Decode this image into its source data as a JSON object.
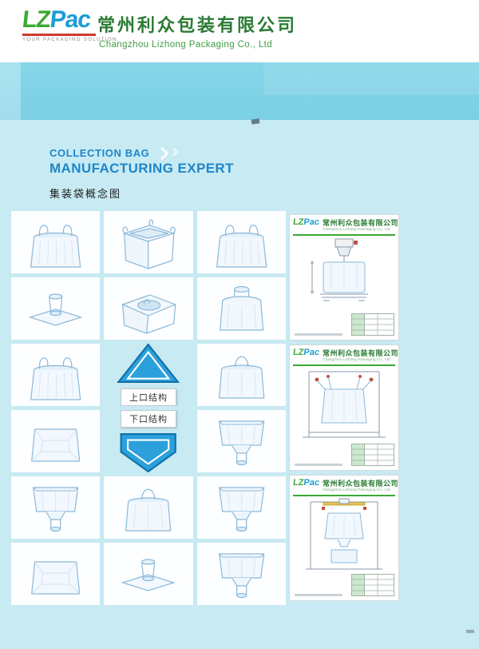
{
  "header": {
    "logo_lz": "LZ",
    "logo_pac": "Pac",
    "tagline": "YOUR PACKAGING SOLUTION",
    "company_cn": "常州利众包装有限公司",
    "company_en": "Changzhou Lizhong Packaging Co., Ltd"
  },
  "intro": {
    "line1": "COLLECTION BAG",
    "line2": "MANUFACTURING EXPERT",
    "line3": "集装袋概念图"
  },
  "structure_labels": {
    "top": "上口结构",
    "bottom": "下口结构"
  },
  "spec_card_header": {
    "logo_lz": "LZ",
    "logo_pac": "Pac",
    "company_cn": "常州利众包装有限公司",
    "company_en": "Changzhou Lizhong Packaging Co., Ltd"
  },
  "colors": {
    "band_cyan": "#7fd3e7",
    "body_cyan": "#c7eaf3",
    "accent_blue": "#1e86c8",
    "logo_green": "#3aa935",
    "logo_blue": "#1b9cd8",
    "logo_red": "#d03a2a",
    "arrow_blue": "#2ba0da",
    "sketch_stroke": "#8ab8da"
  }
}
